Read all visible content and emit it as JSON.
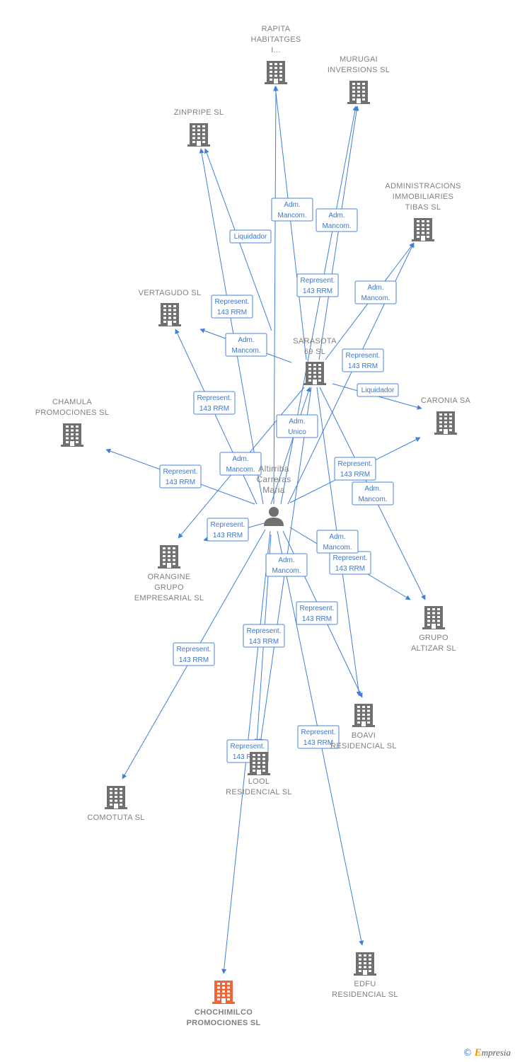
{
  "colors": {
    "building": "#707070",
    "building_focus": "#f26335",
    "person": "#707070",
    "edge": "#3f7fd9",
    "label": "#808080"
  },
  "person": {
    "id": "p",
    "name_lines": [
      "Altirriba",
      "Carreras",
      "Maria"
    ],
    "icon": "person-icon"
  },
  "nodes": [
    {
      "id": "rapita",
      "name_lines": [
        "RAPITA",
        "HABITATGES",
        "I..."
      ],
      "icon": "building-icon"
    },
    {
      "id": "murugai",
      "name_lines": [
        "MURUGAI",
        "INVERSIONS SL"
      ],
      "icon": "building-icon"
    },
    {
      "id": "zinpripe",
      "name_lines": [
        "ZINPRIPE SL"
      ],
      "icon": "building-icon"
    },
    {
      "id": "admin",
      "name_lines": [
        "ADMINISTRACIONS",
        "IMMOBILIARIES",
        "TIBAS SL"
      ],
      "icon": "building-icon"
    },
    {
      "id": "vertagudo",
      "name_lines": [
        "VERTAGUDO SL"
      ],
      "icon": "building-icon"
    },
    {
      "id": "sarasota",
      "name_lines": [
        "SARASOTA",
        "69 SL"
      ],
      "icon": "building-icon"
    },
    {
      "id": "caronia",
      "name_lines": [
        "CARONIA SA"
      ],
      "icon": "building-icon"
    },
    {
      "id": "chamula",
      "name_lines": [
        "CHAMULA",
        "PROMOCIONES SL"
      ],
      "icon": "building-icon"
    },
    {
      "id": "orangine",
      "name_lines": [
        "ORANGINE",
        "GRUPO",
        "EMPRESARIAL SL"
      ],
      "icon": "building-icon"
    },
    {
      "id": "altizar",
      "name_lines": [
        "GRUPO",
        "ALTIZAR SL"
      ],
      "icon": "building-icon"
    },
    {
      "id": "boavi",
      "name_lines": [
        "BOAVI",
        "RESIDENCIAL SL"
      ],
      "icon": "building-icon"
    },
    {
      "id": "lool",
      "name_lines": [
        "LOOL",
        "RESIDENCIAL SL"
      ],
      "icon": "building-icon"
    },
    {
      "id": "comotuta",
      "name_lines": [
        "COMOTUTA SL"
      ],
      "icon": "building-icon"
    },
    {
      "id": "edfu",
      "name_lines": [
        "EDFU",
        "RESIDENCIAL SL"
      ],
      "icon": "building-icon"
    },
    {
      "id": "chochimilco",
      "name_lines": [
        "CHOCHIMILCO",
        "PROMOCIONES SL"
      ],
      "icon": "building-icon",
      "focus": true
    }
  ],
  "edges": [
    {
      "from": "p",
      "to": "rapita",
      "label": [
        "Adm.",
        "Mancom."
      ]
    },
    {
      "from": "sarasota",
      "to": "rapita",
      "label": [
        "Represent.",
        "143 RRM"
      ]
    },
    {
      "from": "p",
      "to": "murugai",
      "label": [
        "Adm.",
        "Mancom."
      ]
    },
    {
      "from": "sarasota",
      "to": "murugai",
      "label": [
        "Represent.",
        "143 RRM"
      ]
    },
    {
      "from": "p",
      "to": "zinpripe",
      "label": [
        "Represent.",
        "143 RRM"
      ]
    },
    {
      "from": "sarasota",
      "to": "zinpripe",
      "label": [
        "Liquidador"
      ]
    },
    {
      "from": "p",
      "to": "admin",
      "label": [
        "Represent.",
        "143 RRM"
      ]
    },
    {
      "from": "sarasota",
      "to": "admin",
      "label": [
        "Adm.",
        "Mancom."
      ]
    },
    {
      "from": "sarasota",
      "to": "vertagudo",
      "label": [
        "Adm.",
        "Mancom."
      ]
    },
    {
      "from": "p",
      "to": "vertagudo",
      "label": [
        "Represent.",
        "143 RRM"
      ]
    },
    {
      "from": "p",
      "to": "sarasota",
      "label": [
        "Adm.",
        "Unico"
      ]
    },
    {
      "from": "sarasota",
      "to": "caronia",
      "label": [
        "Liquidador"
      ]
    },
    {
      "from": "p",
      "to": "caronia",
      "label": [
        "Represent.",
        "143 RRM"
      ]
    },
    {
      "from": "p",
      "to": "chamula",
      "label": [
        "Represent.",
        "143 RRM"
      ]
    },
    {
      "from": "sarasota",
      "to": "orangine",
      "label": [
        "Adm.",
        "Mancom."
      ]
    },
    {
      "from": "p",
      "to": "orangine",
      "label": [
        "Represent.",
        "143 RRM"
      ]
    },
    {
      "from": "sarasota",
      "to": "altizar",
      "label": [
        "Adm.",
        "Mancom."
      ]
    },
    {
      "from": "p",
      "to": "altizar",
      "label": [
        "Represent.",
        "143 RRM"
      ]
    },
    {
      "from": "sarasota",
      "to": "boavi",
      "label": [
        "Adm.",
        "Mancom."
      ]
    },
    {
      "from": "p",
      "to": "boavi",
      "label": [
        "Represent.",
        "143 RRM"
      ]
    },
    {
      "from": "p",
      "to": "lool",
      "label": [
        "Represent.",
        "143 RRM"
      ]
    },
    {
      "from": "sarasota",
      "to": "lool",
      "label": [
        "Adm.",
        "Mancom."
      ]
    },
    {
      "from": "p",
      "to": "comotuta",
      "label": [
        "Represent.",
        "143 RRM"
      ]
    },
    {
      "from": "p",
      "to": "edfu",
      "label": [
        "Represent.",
        "143 RRM"
      ]
    },
    {
      "from": "p",
      "to": "chochimilco",
      "label": [
        "Represent.",
        "143 RRM"
      ]
    }
  ],
  "footer": {
    "copyright": "©",
    "brand_initial": "E",
    "brand_rest": "mpresia"
  }
}
